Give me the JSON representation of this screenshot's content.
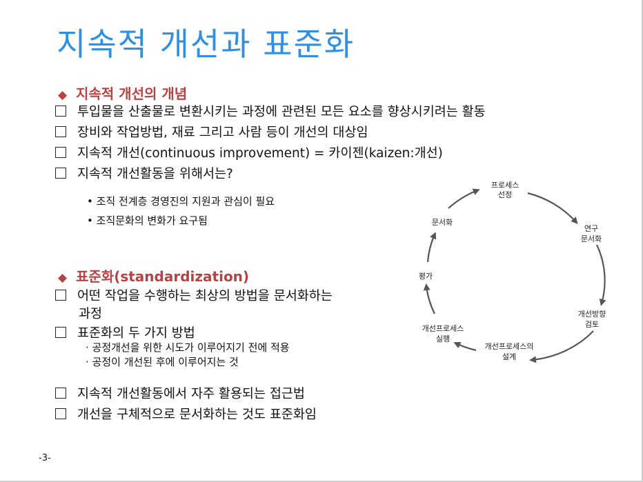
{
  "title": "지속적 개선과 표준화",
  "section1": {
    "heading": "지속적 개선의 개념",
    "items": [
      "투입물을 산출물로 변환시키는 과정에 관련된 모든 요소를 향상시키려는 활동",
      "장비와 작업방법, 재료 그리고 사람 등이 개선의 대상임",
      "지속적 개선(continuous improvement) = 카이젠(kaizen:개선)",
      "지속적 개선활동을 위해서는?"
    ],
    "subitems": [
      "• 조직 전계층 경영진의 지원과 관심이 필요",
      "• 조직문화의 변화가 요구됨"
    ]
  },
  "section2": {
    "heading": "표준화(standardization)",
    "item1_line1": "어떤 작업을 수행하는 최상의 방법을 문서화하는",
    "item1_line2": "과정",
    "item2": "표준화의 두 가지 방법",
    "item2_subs": [
      "· 공정개선을 위한 시도가 이루어지기 전에 적용",
      "· 공정이 개선된 후에 이루어지는 것"
    ],
    "item3": "지속적 개선활동에서 자주 활용되는 접근법",
    "item4": "개선을 구체적으로 문서화하는 것도 표준화임"
  },
  "cycle": {
    "nodes": [
      [
        "프로세스",
        "선정"
      ],
      [
        "연구",
        "문서화"
      ],
      [
        "개선방향",
        "검토"
      ],
      [
        "개선프로세스의",
        "설계"
      ],
      [
        "개선프로세스",
        "실행"
      ],
      [
        "평가"
      ],
      [
        "문서화"
      ]
    ]
  },
  "page_number": "-3-"
}
